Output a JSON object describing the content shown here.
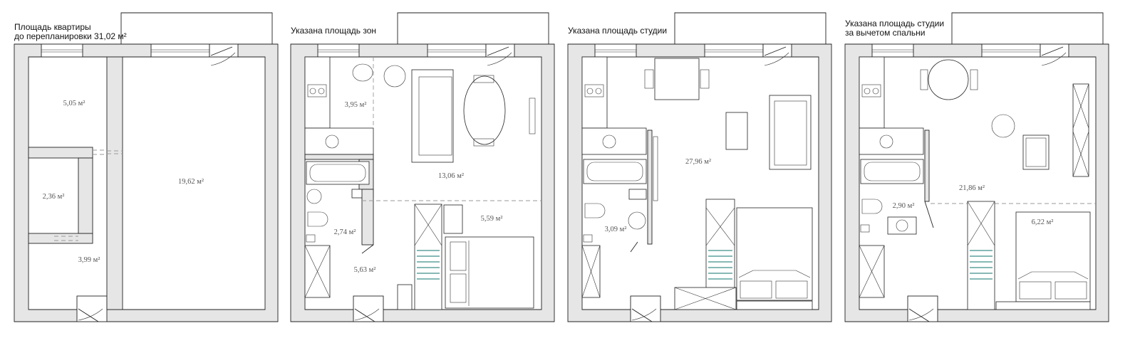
{
  "plans": [
    {
      "id": "original",
      "caption_lines": [
        "Площадь квартиры",
        "до перепланировки 31,02 м²"
      ],
      "areas": [
        {
          "id": "room-1",
          "label": "5,05 м²"
        },
        {
          "id": "room-2",
          "label": "2,36 м²"
        },
        {
          "id": "room-3",
          "label": "3,99 м²"
        },
        {
          "id": "room-4",
          "label": "19,62 м²"
        }
      ]
    },
    {
      "id": "zones",
      "caption_lines": [
        "Указана площадь зон"
      ],
      "areas": [
        {
          "id": "kitchen",
          "label": "3,95 м²"
        },
        {
          "id": "living",
          "label": "13,06 м²"
        },
        {
          "id": "sleep",
          "label": "5,59 м²"
        },
        {
          "id": "bathroom",
          "label": "2,74 м²"
        },
        {
          "id": "hall",
          "label": "5,63 м²"
        }
      ]
    },
    {
      "id": "studio",
      "caption_lines": [
        "Указана площадь студии"
      ],
      "areas": [
        {
          "id": "studio",
          "label": "27,96 м²"
        },
        {
          "id": "bathroom",
          "label": "3,09 м²"
        }
      ]
    },
    {
      "id": "studio-minus-bedroom",
      "caption_lines": [
        "Указана площадь студии",
        "за вычетом спальни"
      ],
      "areas": [
        {
          "id": "studio",
          "label": "21,86 м²"
        },
        {
          "id": "bathroom",
          "label": "2,90 м²"
        },
        {
          "id": "bedroom",
          "label": "6,22 м²"
        }
      ]
    }
  ]
}
